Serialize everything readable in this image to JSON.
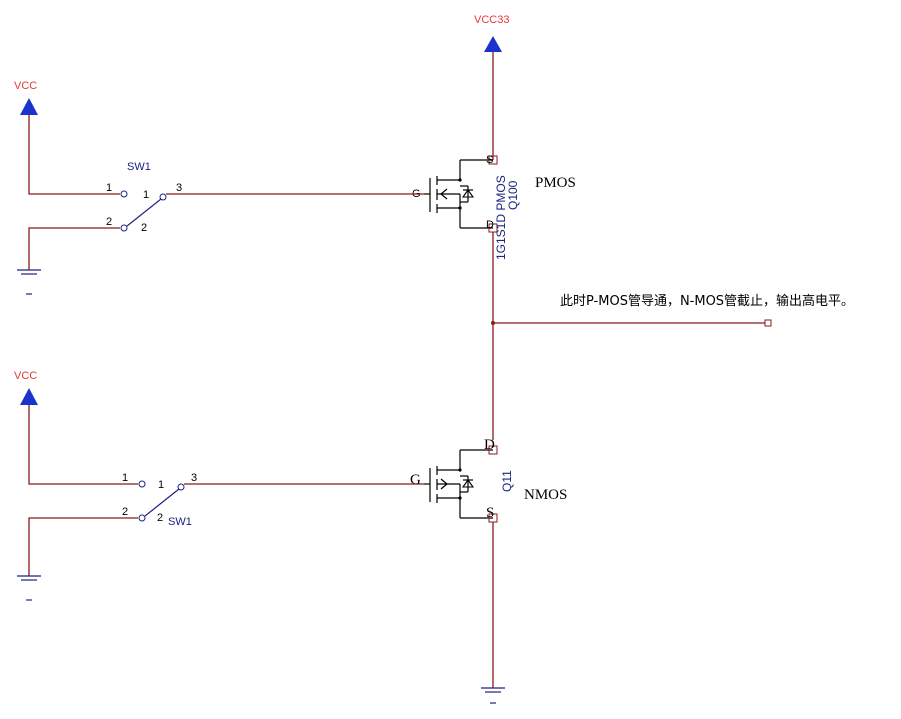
{
  "power": {
    "vcc33": "VCC33",
    "vcc_top": "VCC",
    "vcc_bottom": "VCC"
  },
  "switch_top": {
    "ref": "SW1",
    "pin1": "1",
    "pin2": "2",
    "pin3": "3",
    "pin2b": "2",
    "center": "1"
  },
  "switch_bottom": {
    "ref": "SW1",
    "pin1": "1",
    "pin2": "2",
    "pin3": "3",
    "pin2b": "2",
    "center": "1"
  },
  "pmos": {
    "gate": "G",
    "source": "S",
    "drain": "D",
    "ref": "Q100",
    "value": "1G1S1D PMOS",
    "type_label": "PMOS"
  },
  "nmos": {
    "gate": "G",
    "source": "S",
    "drain": "D",
    "ref": "Q11",
    "type_label": "NMOS"
  },
  "note": "此时P-MOS管导通，N-MOS管截止，输出高电平。"
}
